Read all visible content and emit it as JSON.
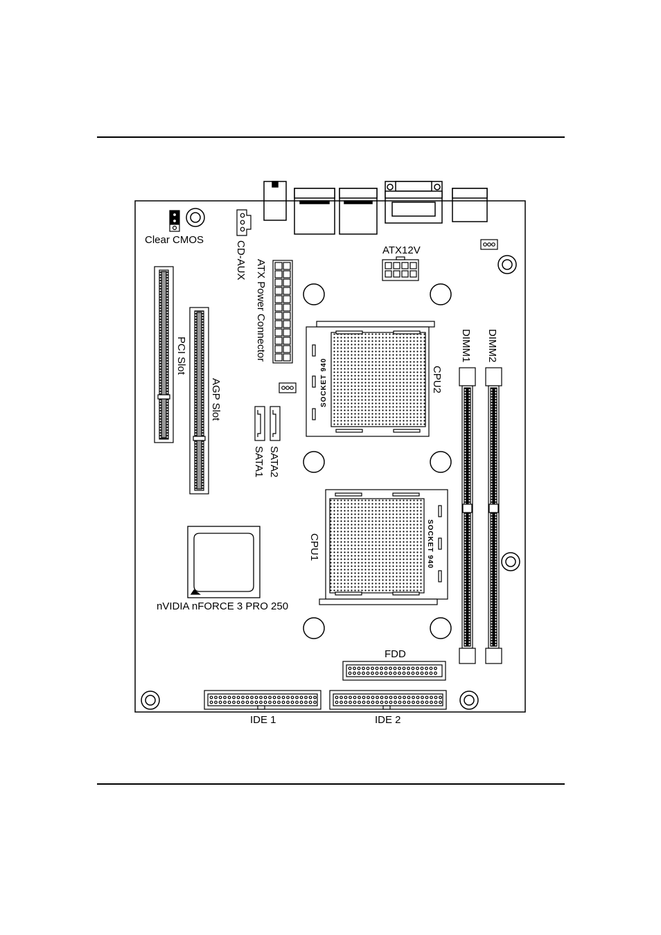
{
  "labels": {
    "clear_cmos": "Clear CMOS",
    "cd_aux": "CD-AUX",
    "atx_power": "ATX Power Connector",
    "atx12v": "ATX12V",
    "pci_slot": "PCI Slot",
    "agp_slot": "AGP Slot",
    "socket_cpu2": "SOCKET 940",
    "socket_cpu1": "SOCKET 940",
    "cpu2": "CPU2",
    "cpu1": "CPU1",
    "dimm1": "DIMM1",
    "dimm2": "DIMM2",
    "sata1": "SATA1",
    "sata2": "SATA2",
    "chipset": "nVIDIA nFORCE 3 PRO 250",
    "fdd": "FDD",
    "ide1": "IDE 1",
    "ide2": "IDE 2"
  },
  "colors": {
    "line": "#000000",
    "fill_gray": "#b0b0b0",
    "fill_dark": "#555555"
  }
}
